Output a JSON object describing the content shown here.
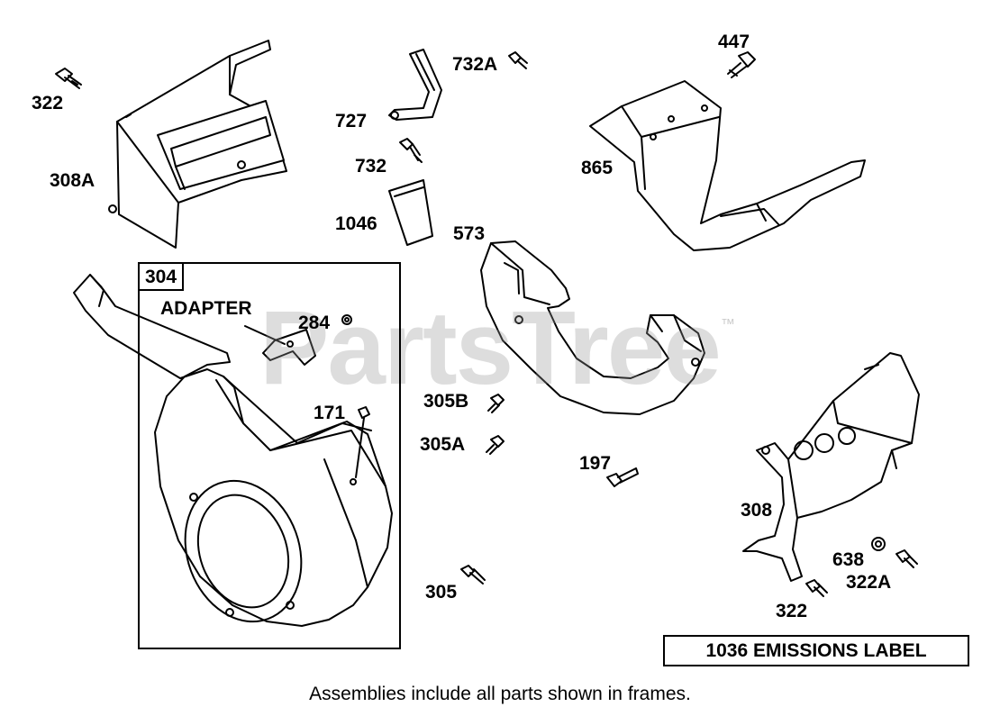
{
  "labels": {
    "p322_top": "322",
    "p308A": "308A",
    "p727": "727",
    "p732A": "732A",
    "p732": "732",
    "p1046": "1046",
    "p447": "447",
    "p865": "865",
    "p573": "573",
    "p284": "284",
    "p171": "171",
    "p305B": "305B",
    "p305A": "305A",
    "p197": "197",
    "p308": "308",
    "p638": "638",
    "p322A": "322A",
    "p322_bottom": "322",
    "p305": "305",
    "adapter": "ADAPTER"
  },
  "frame": {
    "tag": "304"
  },
  "emissions_label": "1036 EMISSIONS LABEL",
  "caption": "Assemblies include all parts shown in frames.",
  "watermark": {
    "text": "PartsTree",
    "tm": "™"
  }
}
